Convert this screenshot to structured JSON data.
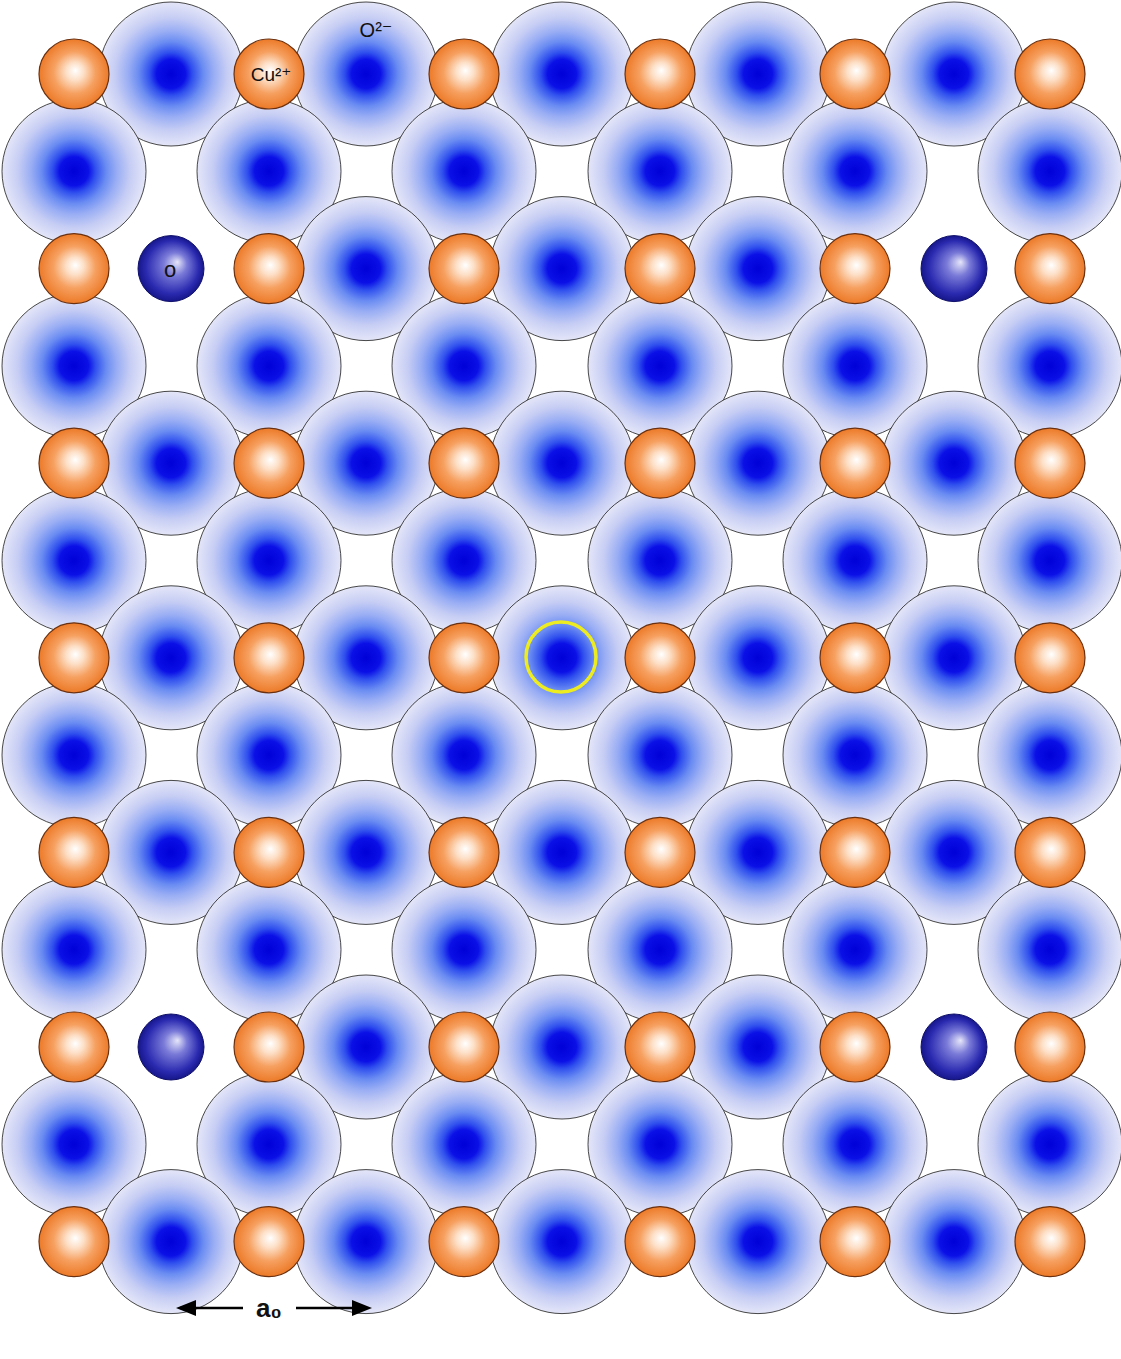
{
  "diagram": {
    "labels": [
      "O²⁻",
      "Cu²⁺",
      "o",
      "a₀"
    ]
  }
}
